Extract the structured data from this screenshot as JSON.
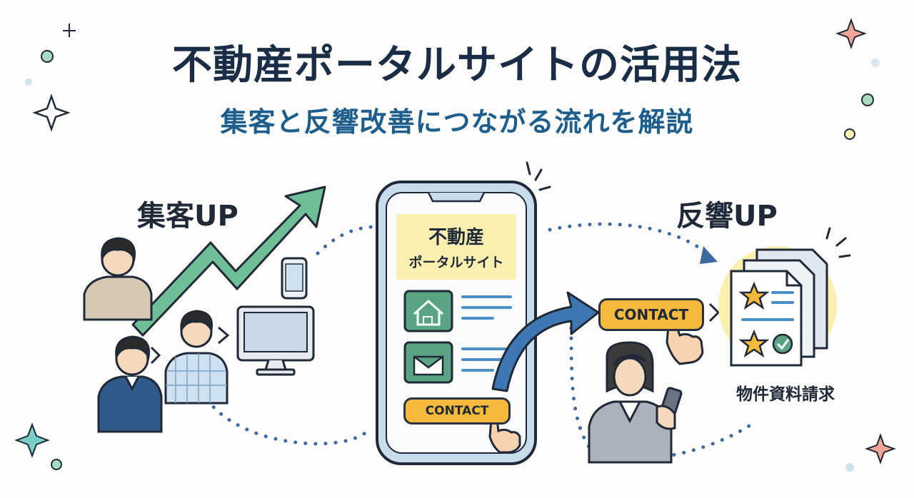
{
  "title": "不動産ポータルサイトの活用法",
  "subtitle": "集客と反響改善につながる流れを解説",
  "left_label": "集客UP",
  "right_label": "反響UP",
  "phone": {
    "title_line1": "不動産",
    "title_line2": "ポータルサイト",
    "contact_label": "CONTACT"
  },
  "contact_button_label": "CONTACT",
  "document_label": "物件資料請求",
  "colors": {
    "title": "#1a2d46",
    "subtitle": "#1d5e8c",
    "accent_orange": "#f5b93b",
    "accent_green": "#5aa483",
    "dotted_blue": "#3c6a9e",
    "sparkle_teal": "#2f9b9b"
  }
}
